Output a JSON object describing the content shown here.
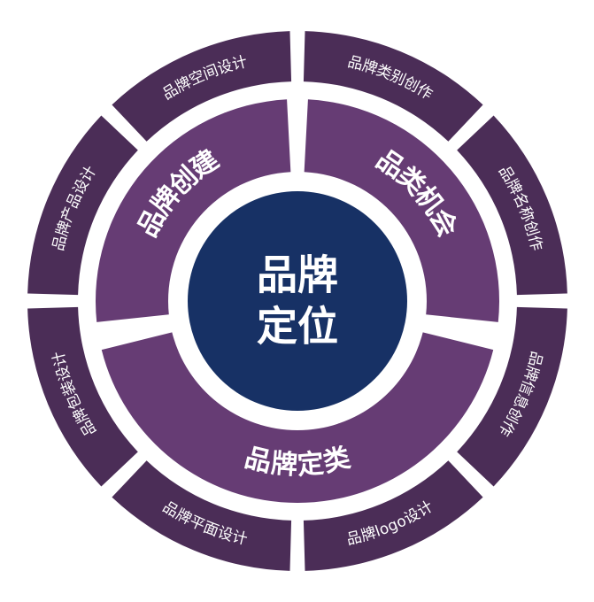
{
  "colors": {
    "outer": "#4b2d57",
    "middle": "#663c74",
    "core": "#173165",
    "text": "#ffffff",
    "background": "#ffffff"
  },
  "core": {
    "line1": "品牌",
    "line2": "定位"
  },
  "middle_ring": [
    {
      "id": "create",
      "label": "品牌创建"
    },
    {
      "id": "opportunity",
      "label": "品类机会"
    },
    {
      "id": "category",
      "label": "品牌定类"
    }
  ],
  "outer_ring": [
    {
      "id": "category-creation",
      "label": "品牌类别创作"
    },
    {
      "id": "name-creation",
      "label": "品牌名称创作"
    },
    {
      "id": "info-creation",
      "label": "品牌信息创作"
    },
    {
      "id": "logo-design",
      "label": "品牌logo设计"
    },
    {
      "id": "flat-design",
      "label": "品牌平面设计"
    },
    {
      "id": "packaging-design",
      "label": "品牌包装设计"
    },
    {
      "id": "product-design",
      "label": "品牌产品设计"
    },
    {
      "id": "space-design",
      "label": "品牌空间设计"
    }
  ]
}
